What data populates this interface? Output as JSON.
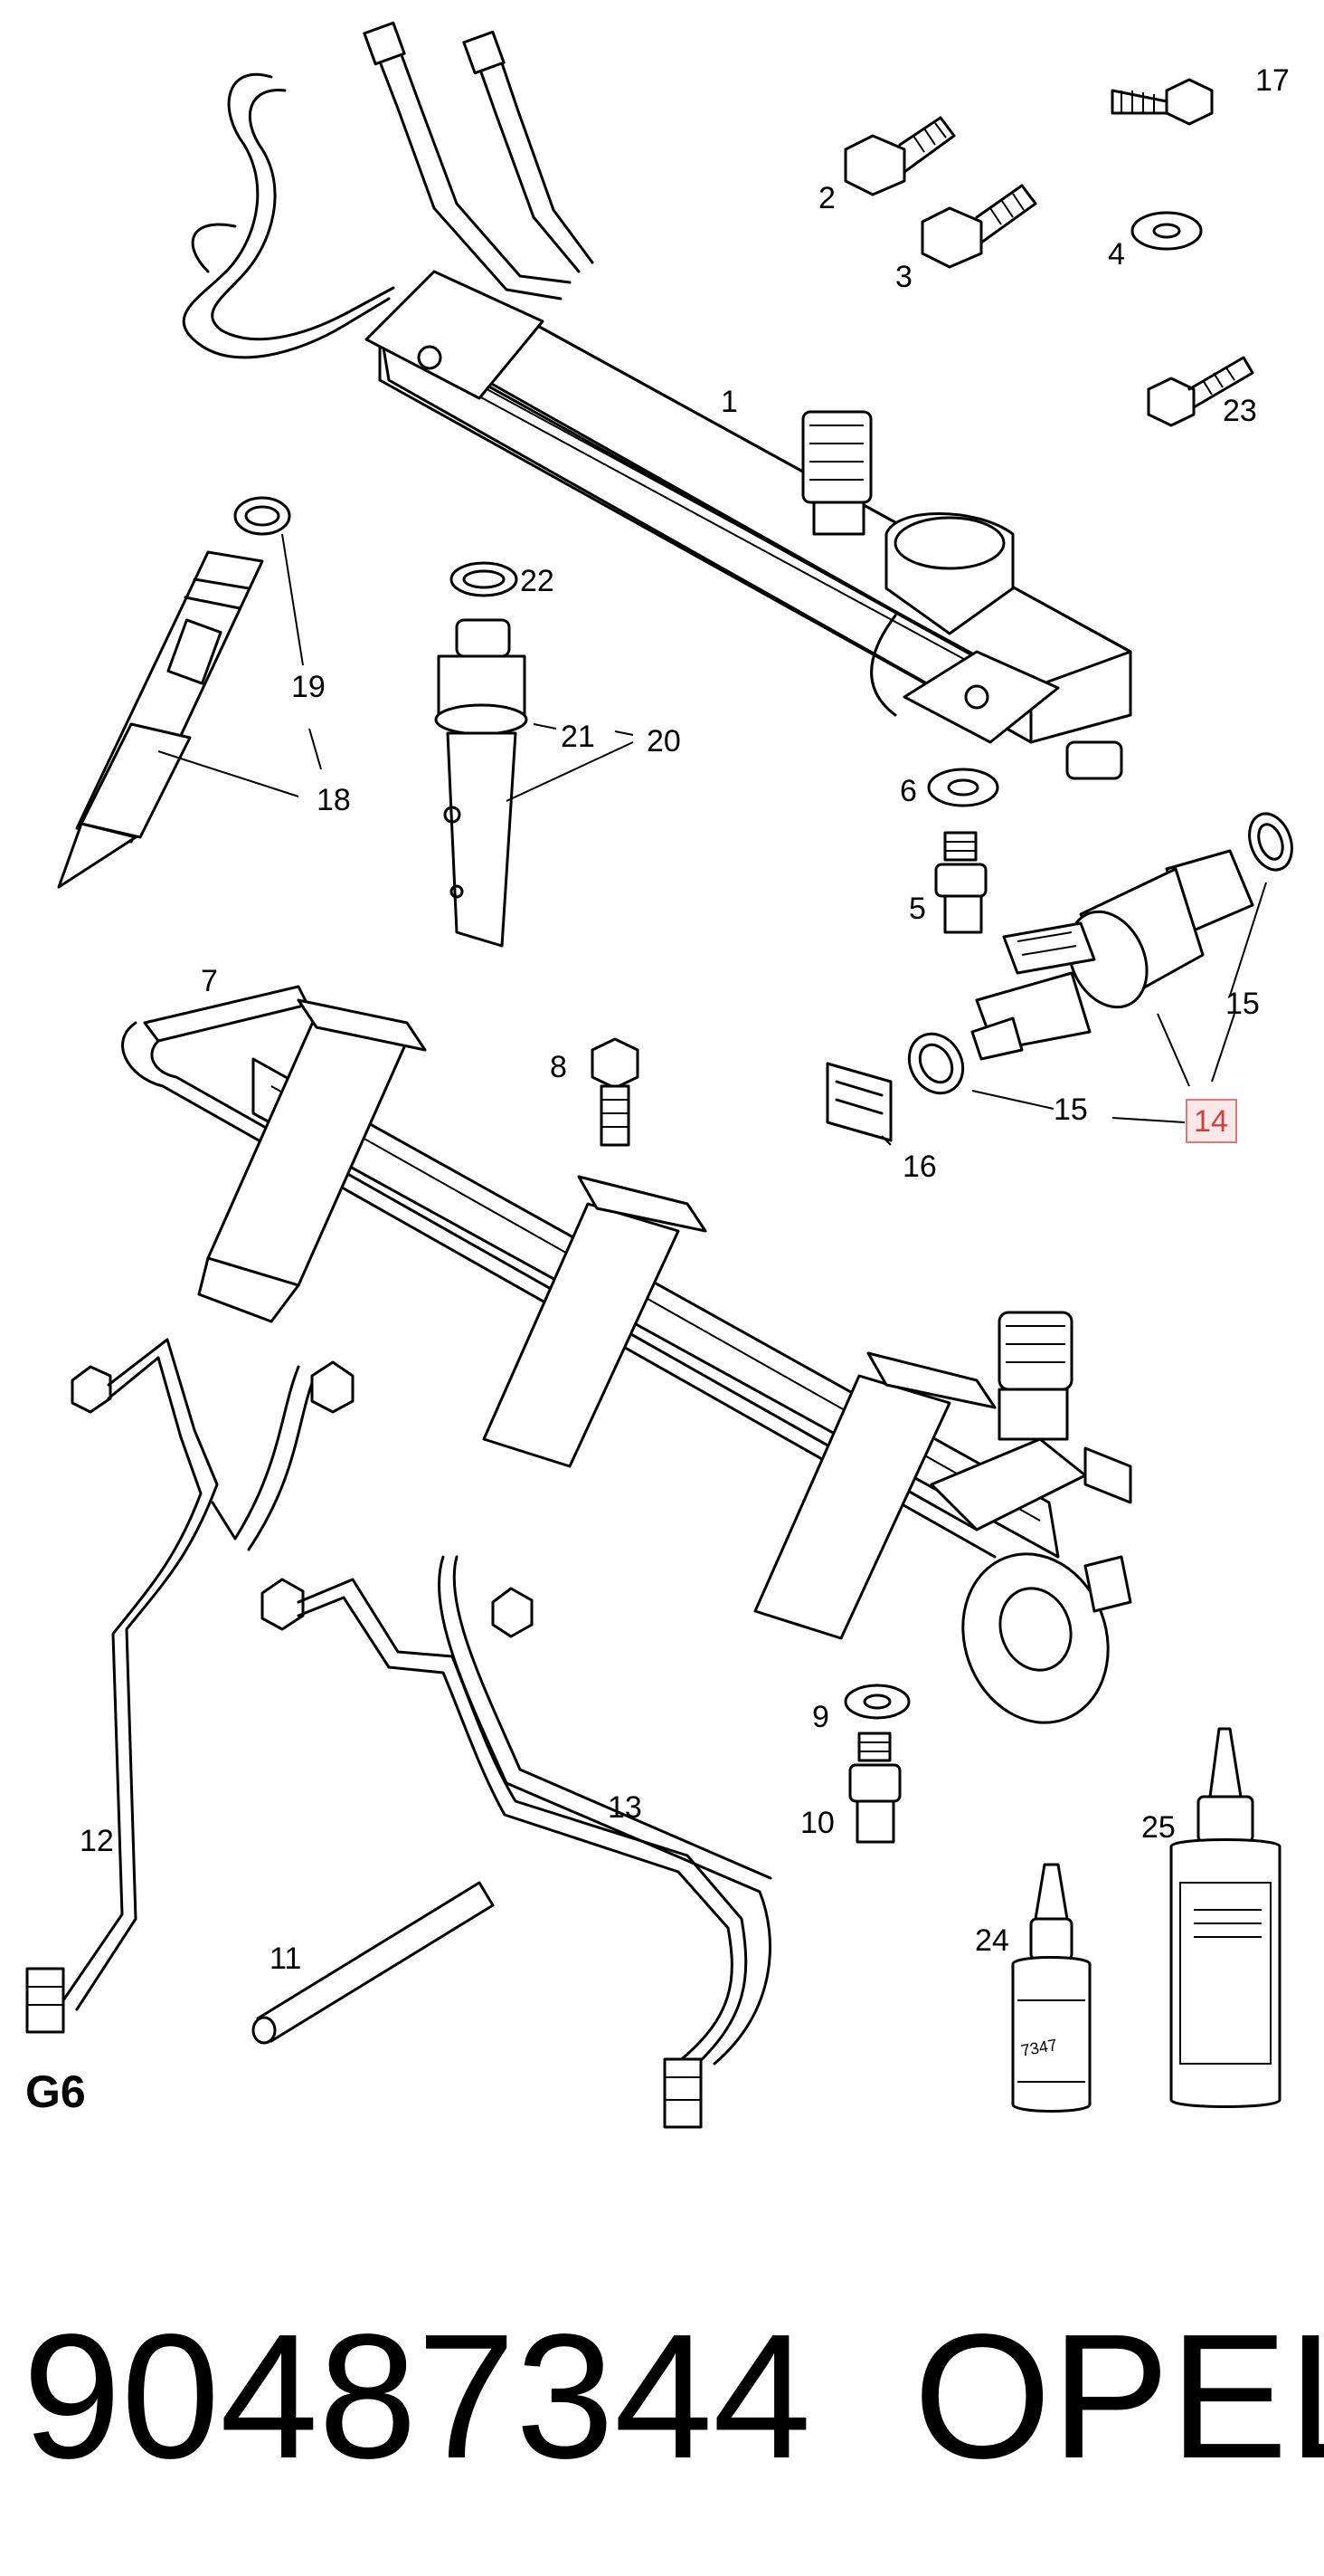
{
  "section_code": "G6",
  "part_number": "90487344",
  "brand": "OPEL",
  "callouts": {
    "c1": "1",
    "c2": "2",
    "c3": "3",
    "c4": "4",
    "c5": "5",
    "c6": "6",
    "c7": "7",
    "c8": "8",
    "c9": "9",
    "c10": "10",
    "c11": "11",
    "c12": "12",
    "c13": "13",
    "c14": "14",
    "c15a": "15",
    "c15b": "15",
    "c16": "16",
    "c17": "17",
    "c18": "18",
    "c19": "19",
    "c20": "20",
    "c21": "21",
    "c22": "22",
    "c23": "23",
    "c24": "24",
    "c25": "25"
  },
  "highlighted_callout": "14",
  "colors": {
    "highlight_box_border": "#e07a7a",
    "highlight_box_fill": "#fde8e8"
  }
}
